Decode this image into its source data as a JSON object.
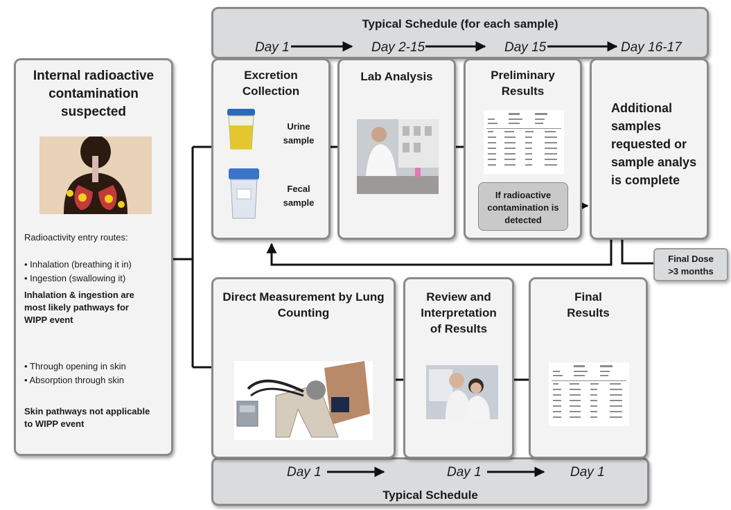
{
  "top_schedule": {
    "title": "Typical Schedule (for each sample)",
    "days": [
      "Day 1",
      "Day 2-15",
      "Day 15",
      "Day 16-17"
    ]
  },
  "bottom_schedule": {
    "title": "Typical Schedule",
    "days": [
      "Day 1",
      "Day 1",
      "Day 1"
    ]
  },
  "left_panel": {
    "title": "Internal radioactive contamination suspected",
    "entry_routes_label": "Radioactivity entry routes:",
    "routes_1": [
      "Inhalation (breathing it in)",
      "Ingestion (swallowing it)"
    ],
    "note_1": "Inhalation & ingestion are most likely pathways for WIPP event",
    "routes_2": [
      "Through opening in skin",
      "Absorption through skin"
    ],
    "note_2": "Skin pathways not applicable to WIPP event"
  },
  "excretion": {
    "title": "Excretion Collection",
    "urine_label": "Urine sample",
    "fecal_label": "Fecal sample"
  },
  "lab_analysis": {
    "title": "Lab Analysis"
  },
  "preliminary": {
    "title": "Preliminary Results",
    "callout": "If radioactive contamination is detected"
  },
  "additional": {
    "text": "Additional samples requested or sample analys is complete"
  },
  "final_dose": {
    "text": "Final Dose >3 months"
  },
  "lung": {
    "title": "Direct Measurement by Lung Counting"
  },
  "review": {
    "title": "Review and Interpretation of Results"
  },
  "final_results": {
    "title": "Final Results"
  },
  "colors": {
    "panel": "#f3f3f3",
    "band": "#d9dbdd",
    "border": "#8a8a8a",
    "callout": "#c9c9c9"
  }
}
